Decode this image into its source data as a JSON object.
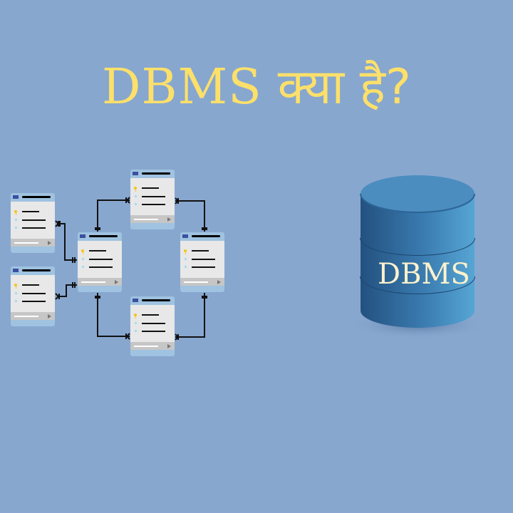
{
  "title": {
    "latin": "DBMS",
    "hindi": "क्या है?",
    "color": "#fde06a"
  },
  "background_color": "#87a7cf",
  "diagram": {
    "type": "entity-relationship",
    "tables": [
      {
        "id": "table-left-top",
        "rows": [
          "key",
          "field",
          "field"
        ]
      },
      {
        "id": "table-left-bottom",
        "rows": [
          "key",
          "field",
          "field"
        ]
      },
      {
        "id": "table-center",
        "rows": [
          "key",
          "field",
          "field"
        ]
      },
      {
        "id": "table-top",
        "rows": [
          "key",
          "field",
          "field"
        ]
      },
      {
        "id": "table-right",
        "rows": [
          "key",
          "field",
          "field"
        ]
      },
      {
        "id": "table-bottom",
        "rows": [
          "key",
          "field",
          "field"
        ]
      }
    ],
    "relationships": [
      {
        "from": "table-center",
        "to": "table-left-top",
        "type": "one-to-many"
      },
      {
        "from": "table-center",
        "to": "table-left-bottom",
        "type": "one-to-many"
      },
      {
        "from": "table-center",
        "to": "table-top",
        "type": "one-to-many"
      },
      {
        "from": "table-right",
        "to": "table-top",
        "type": "one-to-many"
      },
      {
        "from": "table-center",
        "to": "table-bottom",
        "type": "one-to-many"
      },
      {
        "from": "table-right",
        "to": "table-bottom",
        "type": "one-to-many"
      }
    ]
  },
  "database": {
    "label": "DBMS",
    "icon": "database-cylinder-icon",
    "label_color": "#fdf2cc"
  }
}
